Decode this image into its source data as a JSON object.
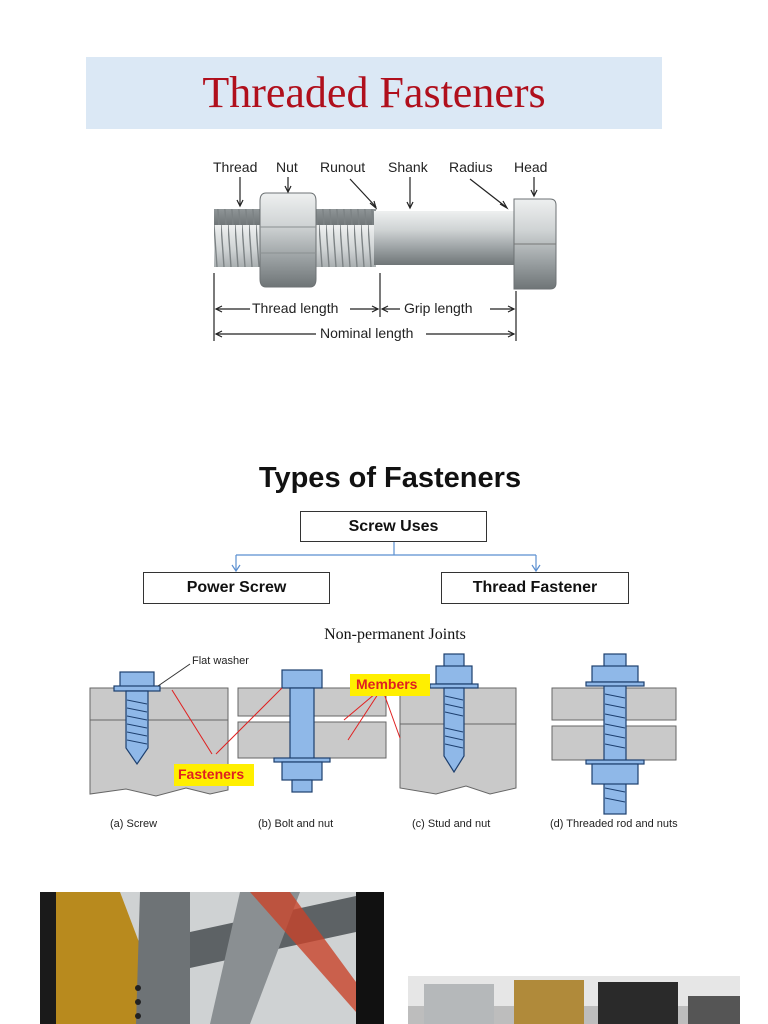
{
  "header": {
    "title": "Threaded Fasteners"
  },
  "bolt_diagram": {
    "labels": {
      "thread": "Thread",
      "nut": "Nut",
      "runout": "Runout",
      "shank": "Shank",
      "radius": "Radius",
      "head": "Head",
      "thread_length": "Thread length",
      "grip_length": "Grip length",
      "nominal_length": "Nominal length"
    }
  },
  "types": {
    "title": "Types of Fasteners",
    "root": "Screw Uses",
    "children": [
      "Power Screw",
      "Thread Fastener"
    ]
  },
  "joints": {
    "title": "Non-permanent Joints",
    "labels": {
      "flat_washer": "Flat washer",
      "members": "Members",
      "fasteners": "Fasteners"
    },
    "captions": [
      "(a) Screw",
      "(b) Bolt and nut",
      "(c) Stud and nut",
      "(d) Threaded rod and nuts"
    ]
  },
  "colors": {
    "title_red": "#b00f1c",
    "title_band": "#dbe8f5",
    "connector_blue": "#5b8fd0",
    "bolt_blue": "#8fb8e8",
    "member_gray": "#c9c9c9",
    "callout_yellow": "#ffef00"
  }
}
